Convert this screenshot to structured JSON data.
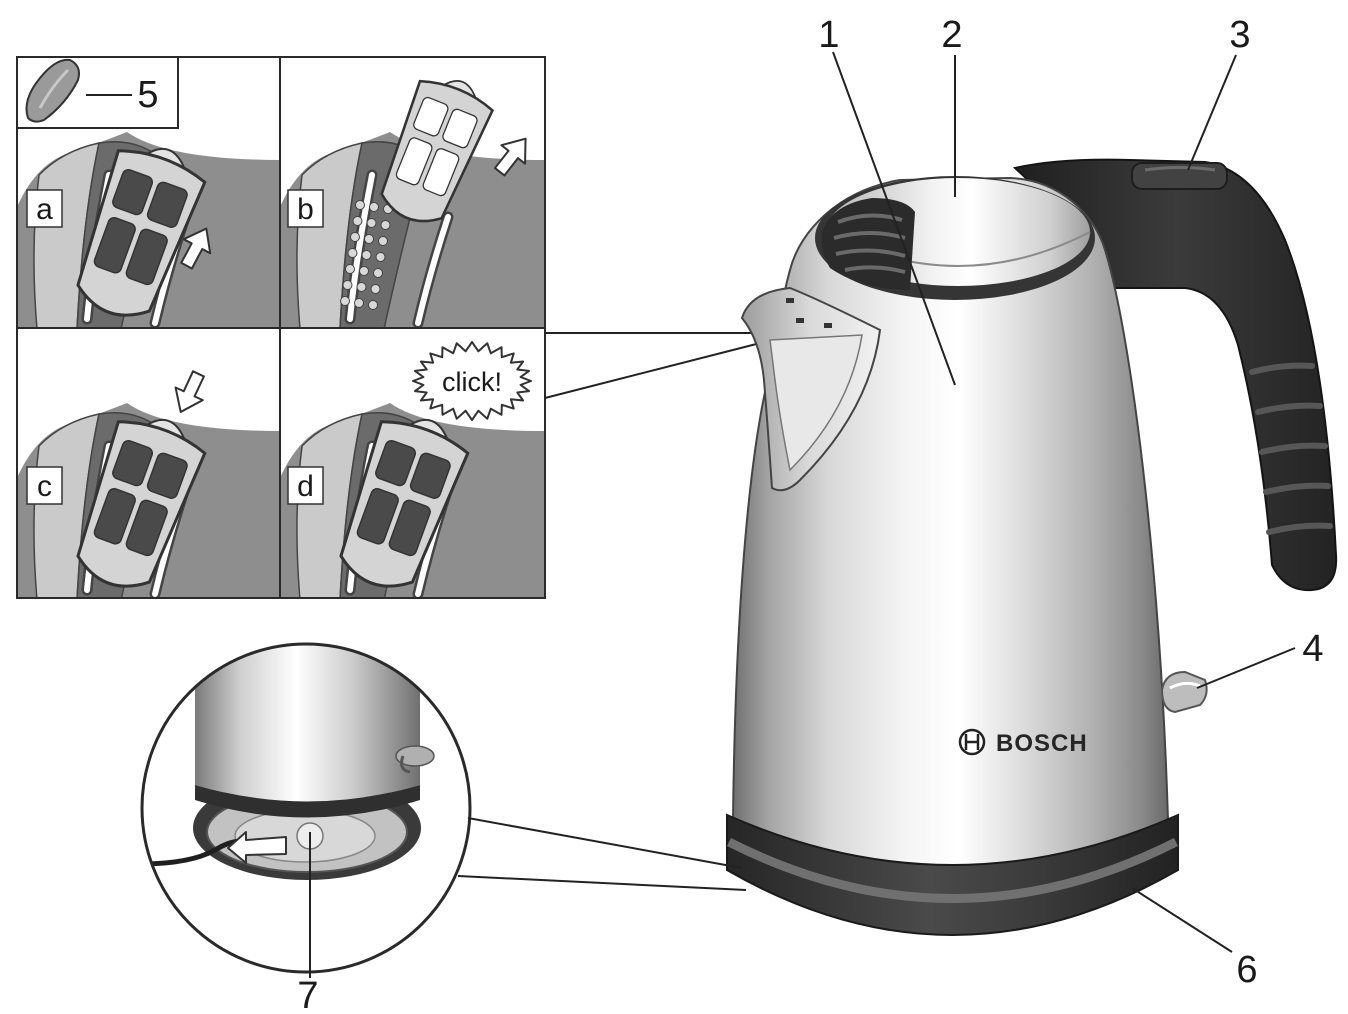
{
  "callouts": {
    "part_1": "1",
    "part_2": "2",
    "part_3": "3",
    "part_4": "4",
    "part_5": "5",
    "part_6": "6",
    "part_7": "7"
  },
  "steps": {
    "a": "a",
    "b": "b",
    "c": "c",
    "d": "d"
  },
  "click_label": "click!",
  "brand_name": "BOSCH",
  "colors": {
    "line": "#222222",
    "panel_gray": "#8e8e8e"
  }
}
